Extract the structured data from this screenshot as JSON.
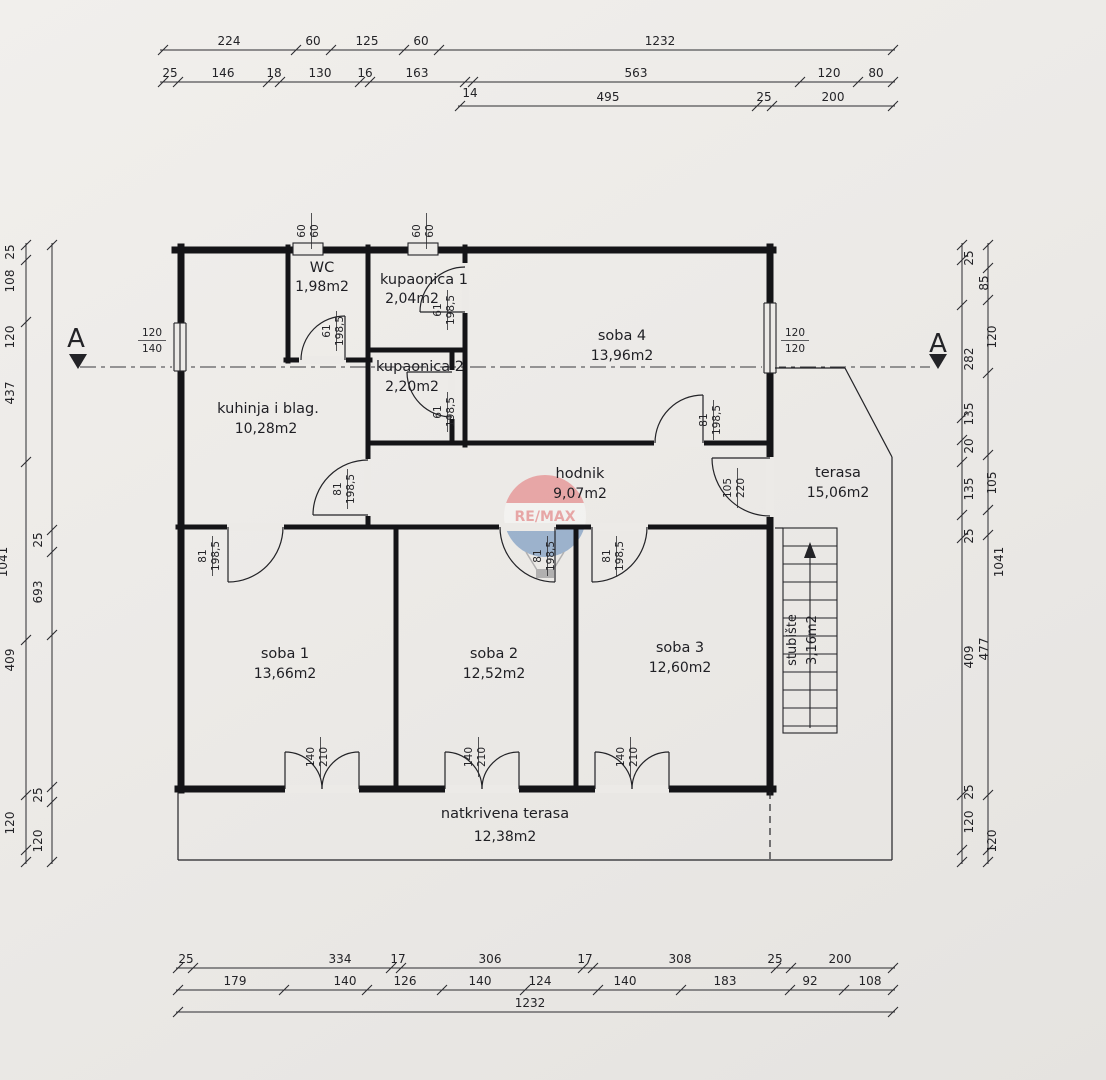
{
  "plan": {
    "section_label": "A",
    "rooms": [
      {
        "id": "wc",
        "name": "WC",
        "area": "1,98m2"
      },
      {
        "id": "kupaonica1",
        "name": "kupaonica 1",
        "area": "2,04m2"
      },
      {
        "id": "kupaonica2",
        "name": "kupaonica 2",
        "area": "2,20m2"
      },
      {
        "id": "soba4",
        "name": "soba 4",
        "area": "13,96m2"
      },
      {
        "id": "kuhinja",
        "name": "kuhinja i blag.",
        "area": "10,28m2"
      },
      {
        "id": "hodnik",
        "name": "hodnik",
        "area": "9,07m2"
      },
      {
        "id": "terasa",
        "name": "terasa",
        "area": "15,06m2"
      },
      {
        "id": "soba1",
        "name": "soba 1",
        "area": "13,66m2"
      },
      {
        "id": "soba2",
        "name": "soba 2",
        "area": "12,52m2"
      },
      {
        "id": "soba3",
        "name": "soba 3",
        "area": "12,60m2"
      },
      {
        "id": "stubiste",
        "name": "stubište",
        "area": "3,16m2"
      },
      {
        "id": "natkrivena_terasa",
        "name": "natkrivena terasa",
        "area": "12,38m2"
      }
    ],
    "openings": [
      {
        "id": "wc-door",
        "w": "61",
        "h": "198,5"
      },
      {
        "id": "kupaonica1-door",
        "w": "61",
        "h": "198,5"
      },
      {
        "id": "kupaonica2-door",
        "w": "61",
        "h": "198,5"
      },
      {
        "id": "soba4-door",
        "w": "81",
        "h": "198,5"
      },
      {
        "id": "kuhinja-door",
        "w": "81",
        "h": "198,5"
      },
      {
        "id": "terasa-door",
        "w": "105",
        "h": "220"
      },
      {
        "id": "soba1-door",
        "w": "81",
        "h": "198,5"
      },
      {
        "id": "soba2-door",
        "w": "81",
        "h": "198,5"
      },
      {
        "id": "soba3-door",
        "w": "81",
        "h": "198,5"
      },
      {
        "id": "soba1-window",
        "w": "140",
        "h": "210"
      },
      {
        "id": "soba2-window",
        "w": "140",
        "h": "210"
      },
      {
        "id": "soba3-window",
        "w": "140",
        "h": "210"
      },
      {
        "id": "left-window",
        "w": "120",
        "h": "140"
      },
      {
        "id": "soba4-window",
        "w": "120",
        "h": "120"
      },
      {
        "id": "vent1",
        "w": "60",
        "h": "60"
      },
      {
        "id": "vent2",
        "w": "60",
        "h": "60"
      }
    ],
    "dimensions": {
      "top_row1": [
        "224",
        "60",
        "125",
        "60",
        "1232"
      ],
      "top_row2": [
        "25",
        "146",
        "18",
        "130",
        "16",
        "163",
        "14",
        "563",
        "120",
        "80"
      ],
      "top_row3": [
        "495",
        "25",
        "200"
      ],
      "bottom_row1": [
        "25",
        "334",
        "17",
        "306",
        "17",
        "308",
        "25",
        "200"
      ],
      "bottom_row2": [
        "179",
        "140",
        "126",
        "140",
        "124",
        "140",
        "183",
        "92",
        "108"
      ],
      "bottom_row3": [
        "1232"
      ],
      "left": [
        "25",
        "108",
        "120",
        "437",
        "1041",
        "25",
        "693",
        "409",
        "25",
        "120",
        "120"
      ],
      "right": [
        "25",
        "85",
        "120",
        "282",
        "135",
        "20",
        "135",
        "105",
        "25",
        "1041",
        "477",
        "409",
        "25",
        "120",
        "120"
      ]
    },
    "watermark": {
      "brand": "RE/MAX",
      "colors": {
        "red": "#e03a3e",
        "blue": "#1d5ba4"
      }
    }
  }
}
